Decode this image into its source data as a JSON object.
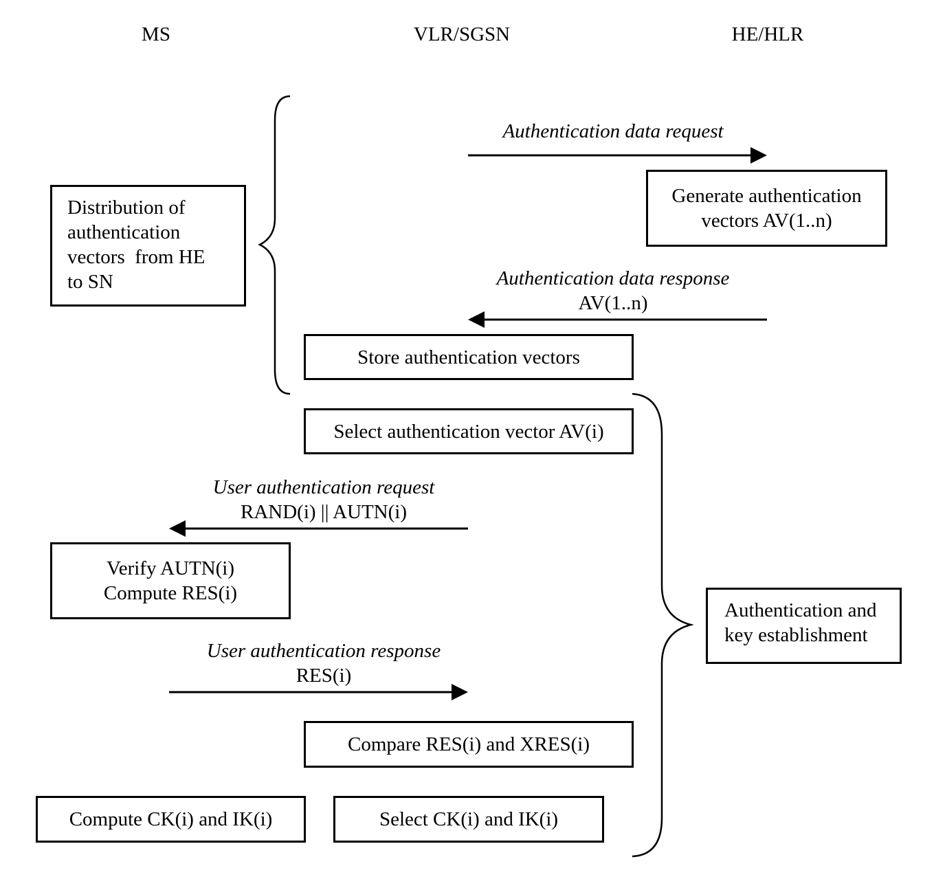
{
  "headers": {
    "ms": "MS",
    "vlr": "VLR/SGSN",
    "he": "HE/HLR"
  },
  "groups": {
    "distribution": [
      "Distribution of",
      "authentication",
      "vectors  from HE",
      "to SN"
    ],
    "ake": [
      "Authentication and",
      "key establishment"
    ]
  },
  "boxes": {
    "generate": [
      "Generate authentication",
      "vectors AV(1..n)"
    ],
    "store": "Store authentication vectors",
    "select_av": "Select authentication vector AV(i)",
    "verify": [
      "Verify AUTN(i)",
      "Compute RES(i)"
    ],
    "compare": "Compare RES(i) and XRES(i)",
    "compute_keys": "Compute CK(i) and IK(i)",
    "select_keys": "Select CK(i) and IK(i)"
  },
  "messages": {
    "auth_data_request": {
      "label": "Authentication data request"
    },
    "auth_data_response": {
      "label": "Authentication data response",
      "param": "AV(1..n)"
    },
    "user_auth_request": {
      "label": "User authentication request",
      "param": "RAND(i) || AUTN(i)"
    },
    "user_auth_response": {
      "label": "User authentication response",
      "param": "RES(i)"
    }
  }
}
